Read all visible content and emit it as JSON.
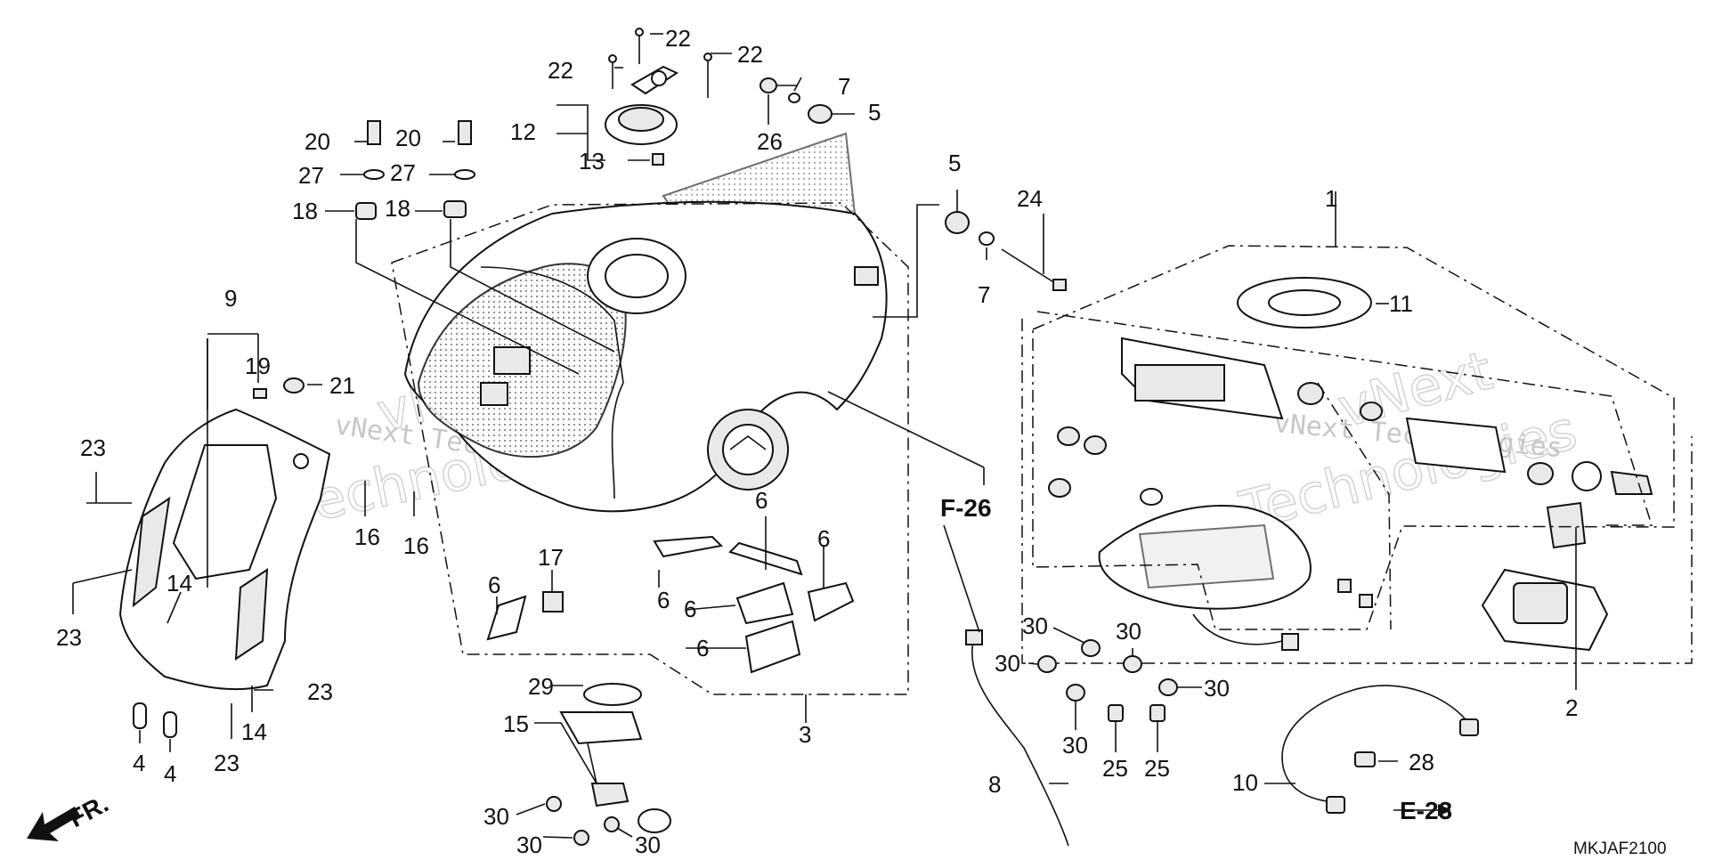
{
  "labels": {
    "l1": "1",
    "l2": "2",
    "l3": "3",
    "l4a": "4",
    "l4b": "4",
    "l5a": "5",
    "l5b": "5",
    "l6a": "6",
    "l6b": "6",
    "l6c": "6",
    "l6d": "6",
    "l6e": "6",
    "l6f": "6",
    "l7a": "7",
    "l7b": "7",
    "l8": "8",
    "l9": "9",
    "l10": "10",
    "l11": "11",
    "l12": "12",
    "l13": "13",
    "l14a": "14",
    "l14b": "14",
    "l15": "15",
    "l16a": "16",
    "l16b": "16",
    "l17": "17",
    "l18a": "18",
    "l18b": "18",
    "l19": "19",
    "l20a": "20",
    "l20b": "20",
    "l21": "21",
    "l22a": "22",
    "l22b": "22",
    "l22c": "22",
    "l23a": "23",
    "l23b": "23",
    "l23c": "23",
    "l23d": "23",
    "l24": "24",
    "l25a": "25",
    "l25b": "25",
    "l26": "26",
    "l27a": "27",
    "l27b": "27",
    "l28": "28",
    "l29": "29",
    "l30a": "30",
    "l30b": "30",
    "l30c": "30",
    "l30d": "30",
    "l30e": "30",
    "l30f": "30",
    "l30g": "30",
    "l30h": "30"
  },
  "refs": {
    "f26": "F-26",
    "e23": "E-23"
  },
  "direction": "FR.",
  "diagram_code": "MKJAF2100",
  "watermarks": [
    "vNext Technologies",
    "Technologies",
    "vNext Technologies",
    "vNext",
    "Technologies",
    "vNext"
  ]
}
